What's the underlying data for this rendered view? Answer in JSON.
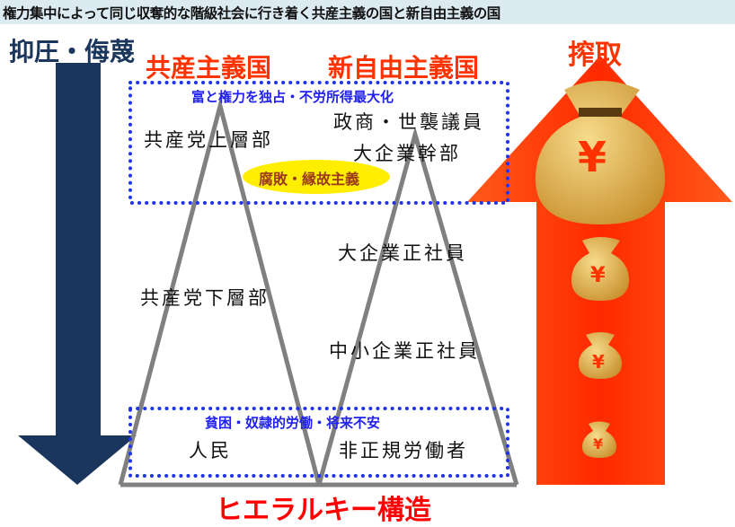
{
  "title": "権力集中によって同じ収奪的な階級社会に行き着く共産主義の国と新自由主義の国",
  "left_arrow_label": "抑圧・侮蔑",
  "right_arrow_label": "搾取",
  "headings": {
    "communist": "共産主義国",
    "neoliberal": "新自由主義国"
  },
  "top_box_label": "富と権力を独占・不労所得最大化",
  "bottom_box_label": "貧困・奴隷的労働・将来不安",
  "corruption_badge": "腐敗・縁故主義",
  "communist_levels": {
    "upper": "共産党上層部",
    "lower": "共産党下層部",
    "people": "人民"
  },
  "neoliberal_levels": {
    "politicians": "政商・世襲議員",
    "executives": "大企業幹部",
    "regular": "大企業正社員",
    "sme": "中小企業正社員",
    "irregular": "非正規労働者"
  },
  "footer": "ヒエラルキー構造",
  "bag_symbol": "¥",
  "colors": {
    "navy": "#1b365d",
    "red": "#ff3300",
    "blue": "#2222ee",
    "gray": "#808080",
    "yellow": "#ffee00"
  }
}
